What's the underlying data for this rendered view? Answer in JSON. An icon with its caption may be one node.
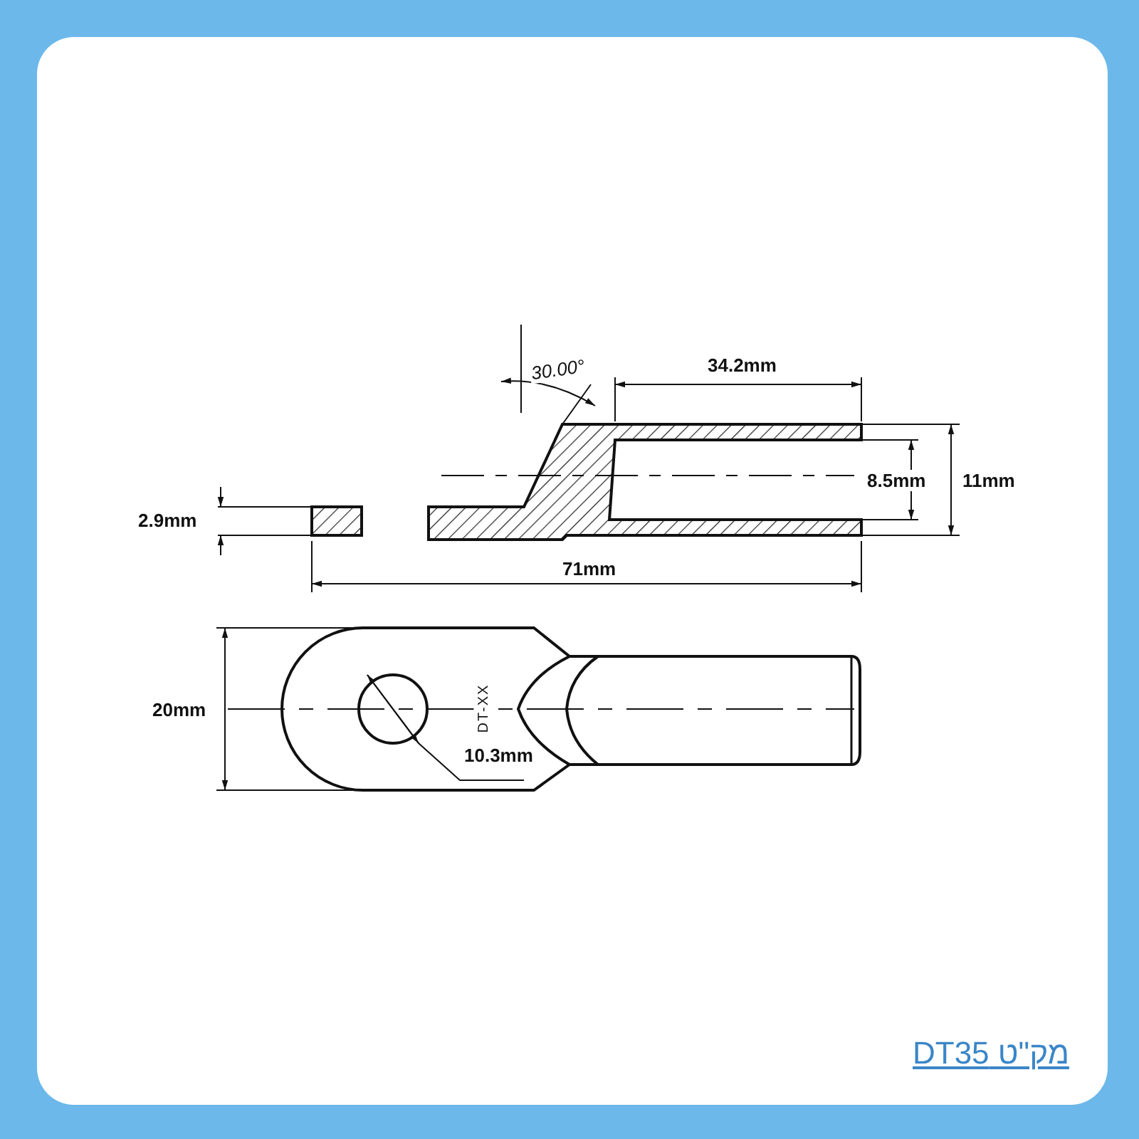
{
  "diagram": {
    "labels": [
      "30.00°",
      "34.2mm",
      "2.9mm",
      "8.5mm",
      "11mm",
      "71mm",
      "20mm",
      "DT-XX",
      "10.3mm",
      "מק\"ט DT35"
    ]
  }
}
